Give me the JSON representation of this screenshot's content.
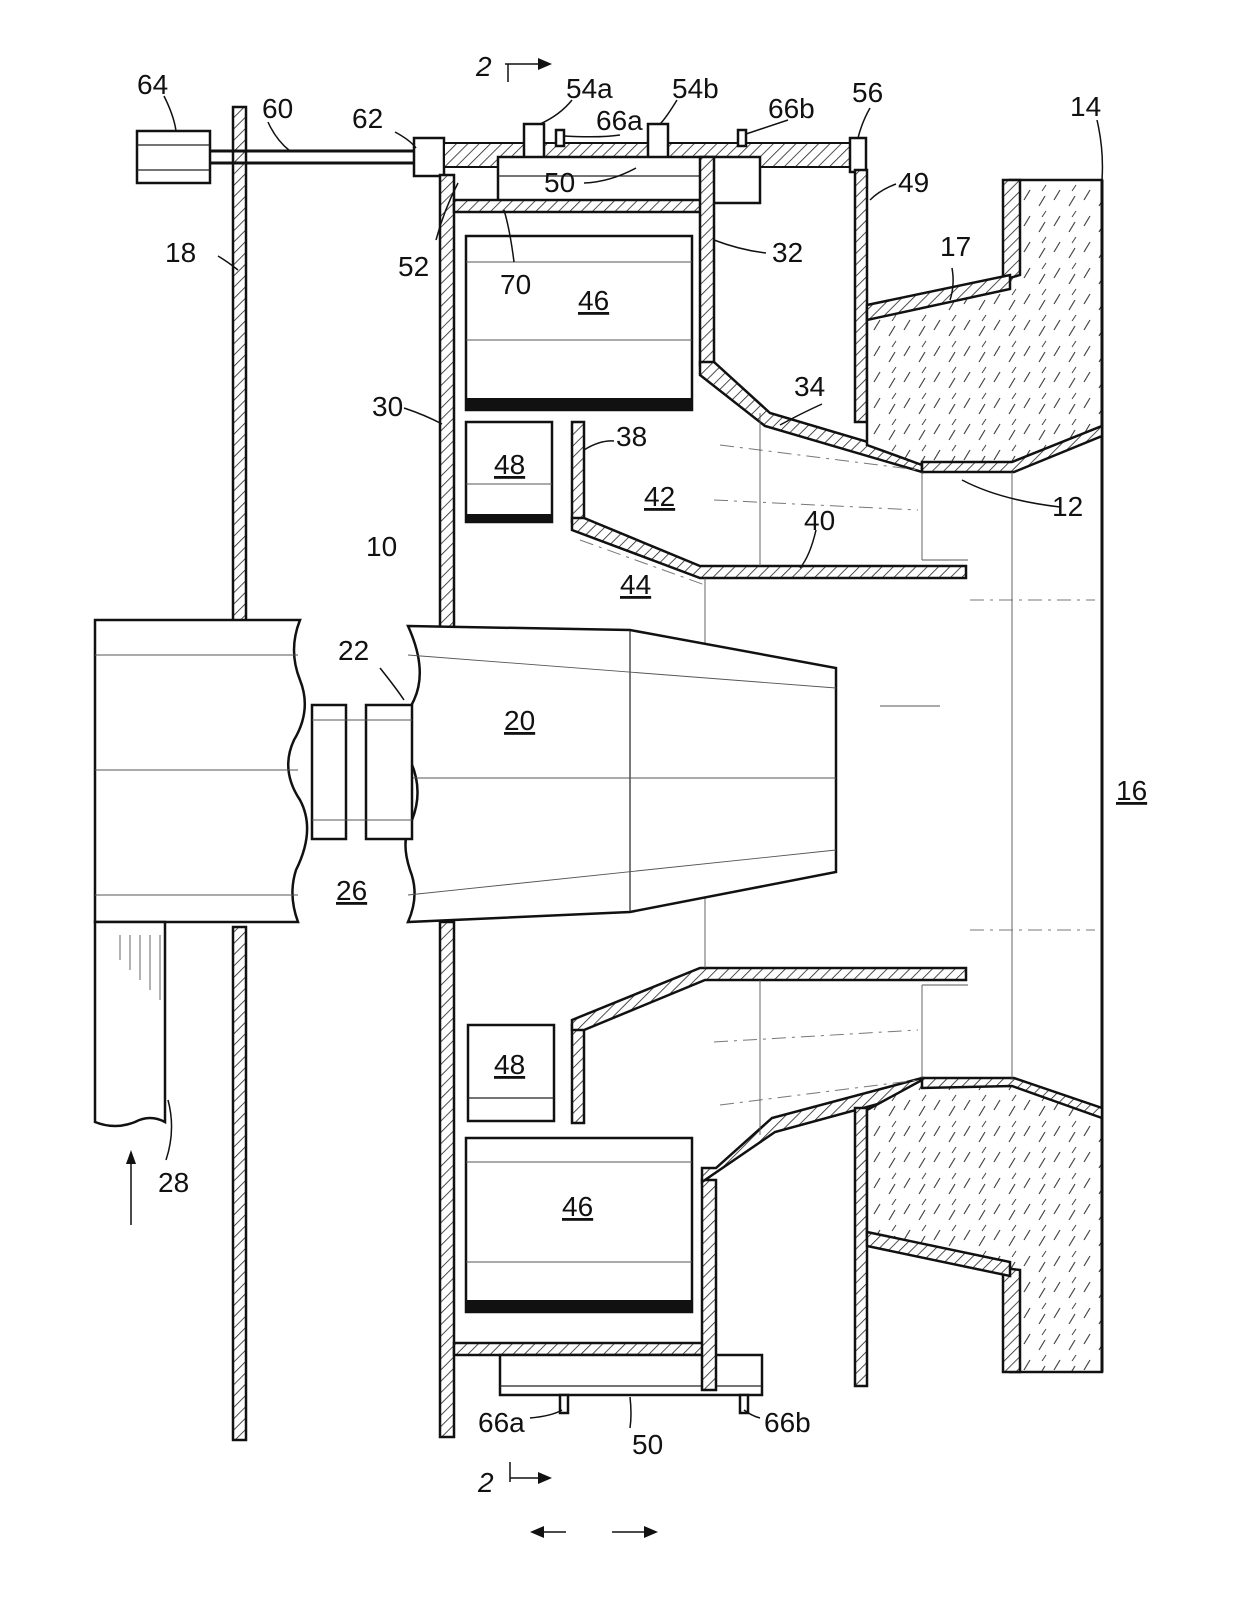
{
  "figure": {
    "labels": {
      "n10": "10",
      "n12": "12",
      "n14": "14",
      "n16": "16",
      "n17": "17",
      "n18": "18",
      "n20": "20",
      "n22": "22",
      "n26": "26",
      "n28": "28",
      "n30": "30",
      "n32": "32",
      "n34": "34",
      "n38": "38",
      "n40": "40",
      "n42": "42",
      "n44": "44",
      "n46_top": "46",
      "n46_bottom": "46",
      "n48_top": "48",
      "n48_bottom": "48",
      "n49": "49",
      "n50_top": "50",
      "n50_bottom": "50",
      "n52": "52",
      "n54a": "54a",
      "n54b": "54b",
      "n56": "56",
      "n60": "60",
      "n62": "62",
      "n64": "64",
      "n66a_top": "66a",
      "n66b_top": "66b",
      "n66a_bottom": "66a",
      "n66b_bottom": "66b",
      "n70": "70",
      "section_top": "2",
      "section_bottom": "2"
    }
  }
}
